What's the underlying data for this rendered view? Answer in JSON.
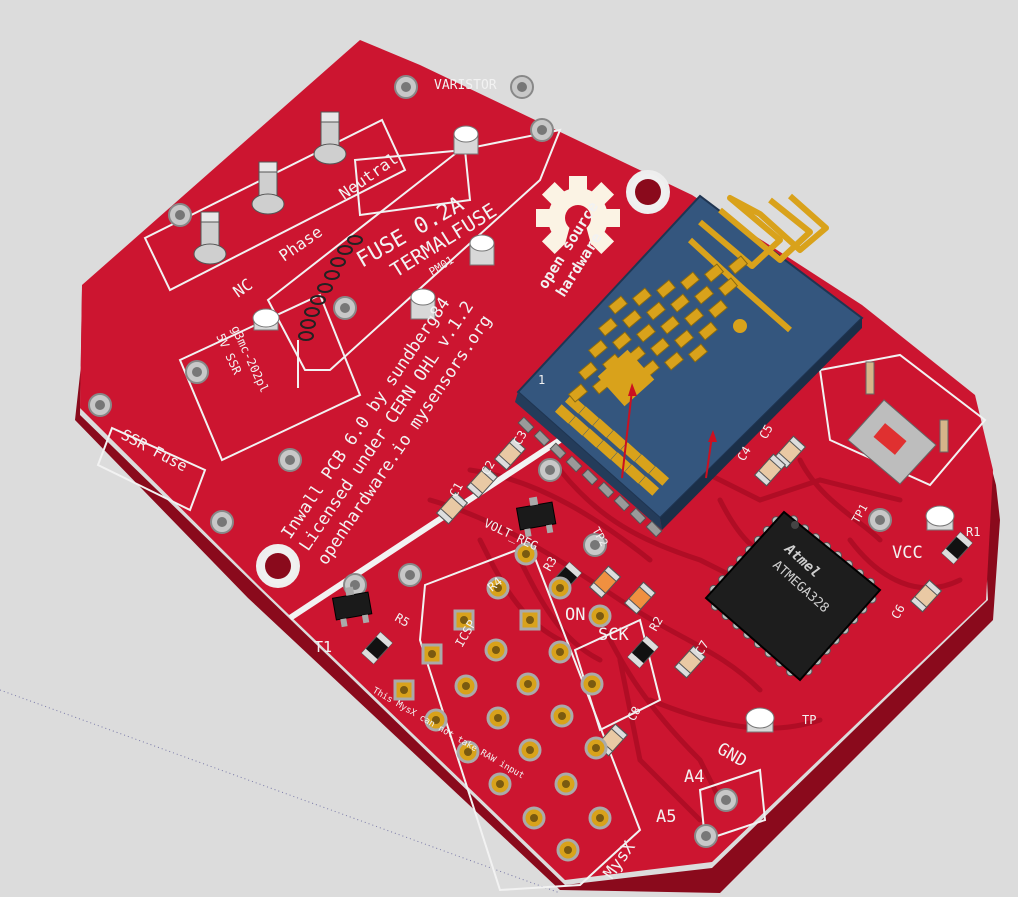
{
  "board": {
    "pcb_color": "#cc1530",
    "trace_color": "#b00d25",
    "silk_color": "#f2f2f2",
    "gold_color": "#d9a21b"
  },
  "silkscreen": {
    "varistor": "VARISTOR",
    "fuse": "FUSE 0.2A",
    "thermal_fuse": "TERMALFUSE",
    "pm01": "PM01",
    "nc": "NC",
    "phase": "Phase",
    "neutral": "Neutral",
    "ssr_model": "g3mc-202pl",
    "ssr_label": "5V SSR",
    "ssr_fuse": "SSR Fuse",
    "credits_line1": "Inwall PCB 6.0 by sundberg84",
    "credits_line2": "Licensed under CERN OHL v.1.2",
    "credits_line3": "openhardware.io mysensors.org",
    "osh_line1": "open source",
    "osh_line2": "hardware",
    "volt_reg": "VOLT_REG",
    "r1": "R1",
    "r2": "R2",
    "r3": "R3",
    "r4": "R4",
    "r5": "R5",
    "c1": "C1",
    "c2": "C2",
    "c3": "C3",
    "c4": "C4",
    "c5": "C5",
    "c6": "C6",
    "c7": "C7",
    "c8": "C8",
    "t1": "T1",
    "tp1": "TP1",
    "tp2": "TP2",
    "tp": "TP",
    "icsp": "ICSP",
    "on": "ON",
    "sck": "SCK",
    "vcc": "VCC",
    "gnd": "GND",
    "a4": "A4",
    "a5": "A5",
    "mysx": "MysX",
    "mysx_note": "This MysX can not take RAW input",
    "mcu_brand": "Atmel",
    "mcu_model": "ATMEGA328",
    "radio_pin1": "1"
  },
  "icons": {
    "osh_logo": "gear-icon",
    "mcu_logo": "atmel-logo-icon"
  }
}
